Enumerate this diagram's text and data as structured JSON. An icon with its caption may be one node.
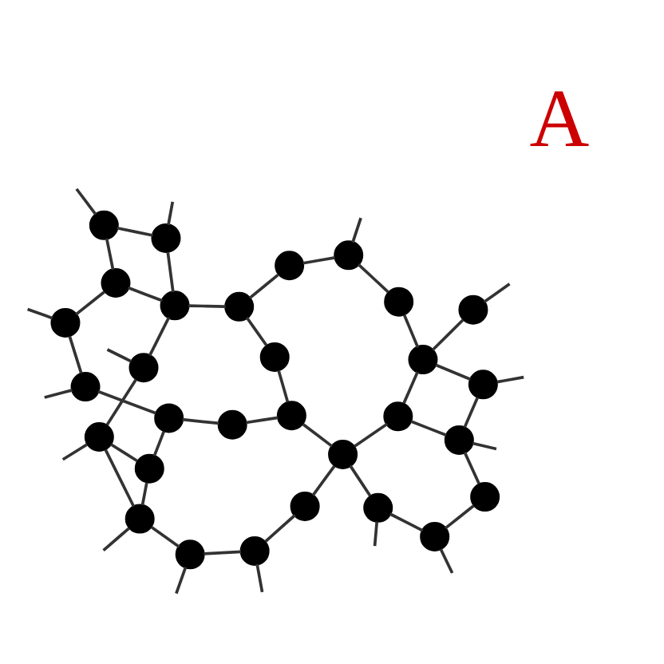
{
  "diagram": {
    "nodes": [
      {
        "text": [],
        "shape": "circle"
      },
      {
        "text": [],
        "shape": "circle"
      },
      {
        "text": [],
        "shape": "circle"
      },
      {
        "text": [],
        "shape": "circle"
      },
      {
        "text": [],
        "shape": "circle"
      },
      {
        "text": [],
        "shape": "circle"
      },
      {
        "text": [],
        "shape": "circle"
      },
      {
        "text": [],
        "shape": "circle"
      },
      {
        "text": [],
        "shape": "circle"
      },
      {
        "text": [],
        "shape": "circle"
      },
      {
        "text": [],
        "shape": "circle"
      },
      {
        "text": [],
        "shape": "circle"
      },
      {
        "text": [],
        "shape": "circle"
      },
      {
        "text": [],
        "shape": "circle"
      },
      {
        "text": [],
        "shape": "circle"
      },
      {
        "text": [],
        "shape": "circle"
      },
      {
        "text": [],
        "shape": "circle"
      },
      {
        "text": [],
        "shape": "circle"
      },
      {
        "text": [],
        "shape": "circle"
      },
      {
        "text": [],
        "shape": "circle"
      },
      {
        "text": [],
        "shape": "circle"
      },
      {
        "text": [],
        "shape": "circle"
      },
      {
        "text": [],
        "shape": "circle"
      },
      {
        "text": [],
        "shape": "circle"
      },
      {
        "text": [],
        "shape": "circle"
      },
      {
        "text": [],
        "shape": "circle"
      },
      {
        "text": [],
        "shape": "circle"
      },
      {
        "text": [],
        "shape": "circle"
      },
      {
        "text": [],
        "shape": "circle"
      },
      {
        "text": [],
        "shape": "circle"
      }
    ],
    "edges": [
      {
        "from": null,
        "to": 1,
        "arrow": "none"
      },
      {
        "from": null,
        "to": 0,
        "arrow": "none"
      },
      {
        "from": null,
        "to": 2,
        "arrow": "none"
      },
      {
        "from": null,
        "to": 3,
        "arrow": "none"
      },
      {
        "from": null,
        "to": 8,
        "arrow": "none"
      },
      {
        "from": null,
        "to": 4,
        "arrow": "none"
      },
      {
        "from": null,
        "to": 7,
        "arrow": "none"
      },
      {
        "from": null,
        "to": 11,
        "arrow": "none"
      },
      {
        "from": null,
        "to": 20,
        "arrow": "none"
      },
      {
        "from": null,
        "to": 23,
        "arrow": "none"
      },
      {
        "from": null,
        "to": 25,
        "arrow": "none"
      },
      {
        "from": null,
        "to": 29,
        "arrow": "none"
      },
      {
        "from": null,
        "to": 28,
        "arrow": "none"
      },
      {
        "from": null,
        "to": 24,
        "arrow": "none"
      },
      {
        "from": null,
        "to": 19,
        "arrow": "none"
      },
      {
        "from": 3,
        "to": 1,
        "arrow": "none"
      },
      {
        "from": 1,
        "to": 0,
        "arrow": "none"
      },
      {
        "from": 1,
        "to": 5,
        "arrow": "none"
      },
      {
        "from": 0,
        "to": 2,
        "arrow": "none"
      },
      {
        "from": 3,
        "to": 5,
        "arrow": "none"
      },
      {
        "from": 3,
        "to": 8,
        "arrow": "none"
      },
      {
        "from": 5,
        "to": 10,
        "arrow": "none"
      },
      {
        "from": 8,
        "to": 18,
        "arrow": "none"
      },
      {
        "from": 10,
        "to": 11,
        "arrow": "none"
      },
      {
        "from": 10,
        "to": 14,
        "arrow": "none"
      },
      {
        "from": 2,
        "to": 6,
        "arrow": "none"
      },
      {
        "from": 6,
        "to": 9,
        "arrow": "none"
      },
      {
        "from": 9,
        "to": 4,
        "arrow": "none"
      },
      {
        "from": 4,
        "to": 7,
        "arrow": "none"
      },
      {
        "from": 7,
        "to": 13,
        "arrow": "none"
      },
      {
        "from": 9,
        "to": 12,
        "arrow": "none"
      },
      {
        "from": 9,
        "to": 15,
        "arrow": "none"
      },
      {
        "from": 14,
        "to": 12,
        "arrow": "none"
      },
      {
        "from": 12,
        "to": 17,
        "arrow": "none"
      },
      {
        "from": 17,
        "to": 21,
        "arrow": "none"
      },
      {
        "from": 11,
        "to": 20,
        "arrow": "none"
      },
      {
        "from": 20,
        "to": 16,
        "arrow": "none"
      },
      {
        "from": 16,
        "to": 18,
        "arrow": "none"
      },
      {
        "from": 16,
        "to": 23,
        "arrow": "none"
      },
      {
        "from": 23,
        "to": 25,
        "arrow": "none"
      },
      {
        "from": 25,
        "to": 18,
        "arrow": "none"
      },
      {
        "from": 18,
        "to": 21,
        "arrow": "none"
      },
      {
        "from": 21,
        "to": 26,
        "arrow": "none"
      },
      {
        "from": 26,
        "to": 29,
        "arrow": "none"
      },
      {
        "from": 15,
        "to": 19,
        "arrow": "none"
      },
      {
        "from": 13,
        "to": 19,
        "arrow": "none"
      },
      {
        "from": 15,
        "to": 22,
        "arrow": "none"
      },
      {
        "from": 22,
        "to": 24,
        "arrow": "none"
      },
      {
        "from": 24,
        "to": 19,
        "arrow": "none"
      },
      {
        "from": 22,
        "to": 28,
        "arrow": "none"
      },
      {
        "from": 22,
        "to": 27,
        "arrow": "none"
      },
      {
        "from": 27,
        "to": 29,
        "arrow": "none"
      }
    ],
    "labels": [
      "A"
    ]
  }
}
